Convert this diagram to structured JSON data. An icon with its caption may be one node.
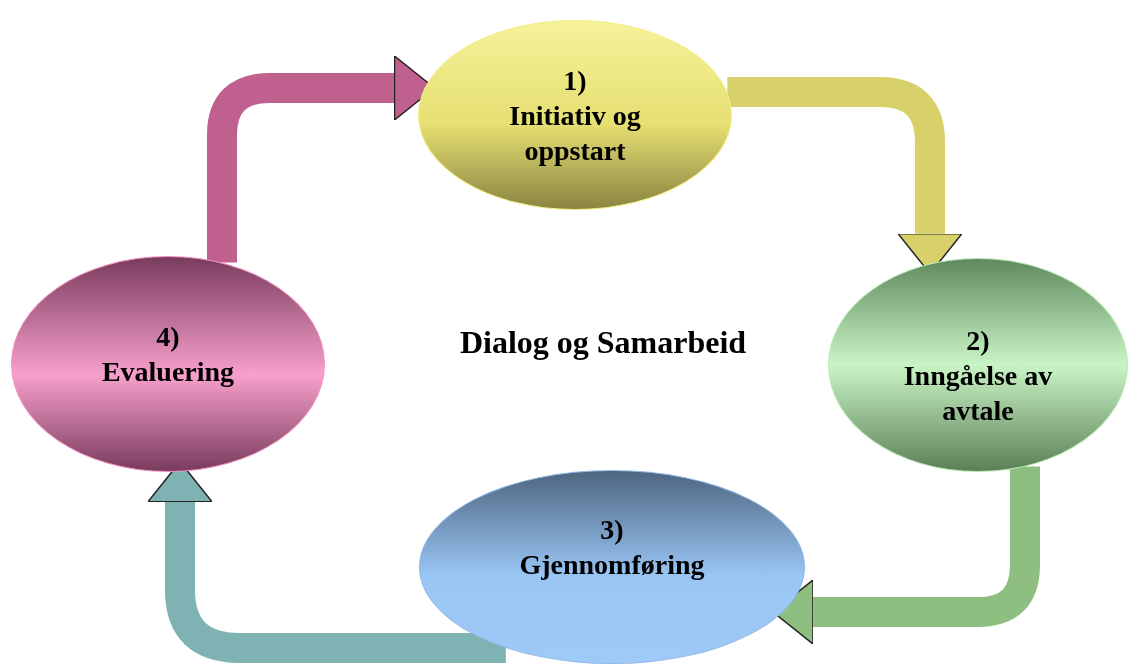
{
  "diagram": {
    "nodes": [
      {
        "text": [
          "1)",
          "Initiativ og oppstart"
        ]
      },
      {
        "text": [
          "2)",
          "Inngåelse av avtale"
        ]
      },
      {
        "text": [
          "3)",
          "Gjennomføring"
        ]
      },
      {
        "text": [
          "4)",
          "Evaluering"
        ]
      }
    ],
    "edges": [
      {
        "from": 0,
        "to": 1,
        "arrow": "to",
        "color": "#d8d068"
      },
      {
        "from": 1,
        "to": 2,
        "arrow": "to",
        "color": "#8fbf80"
      },
      {
        "from": 2,
        "to": 3,
        "arrow": "to",
        "color": "#7fb3b3"
      },
      {
        "from": 3,
        "to": 0,
        "arrow": "to",
        "color": "#c0608f"
      }
    ],
    "labels": [
      "Dialog og Samarbeid"
    ]
  }
}
